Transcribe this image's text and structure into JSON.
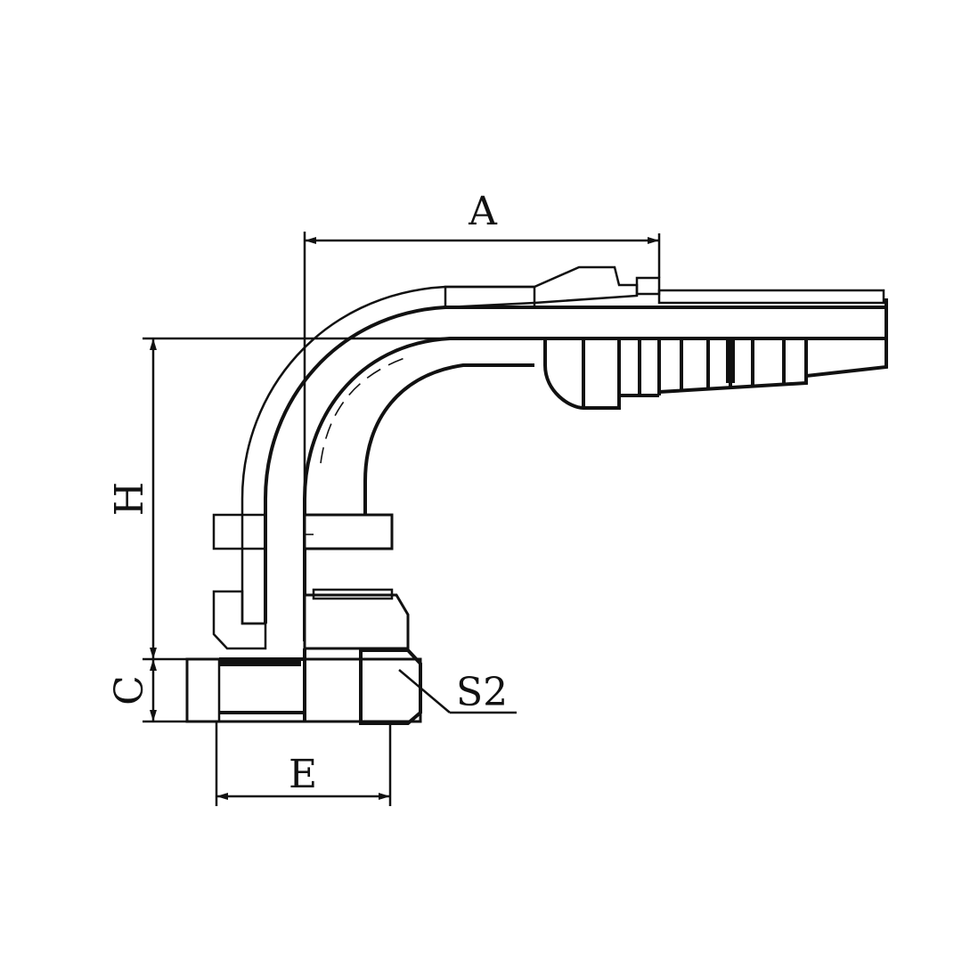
{
  "dimensions": {
    "a": "A",
    "h": "H",
    "c": "C",
    "e": "E",
    "s2": "S2"
  },
  "colors": {
    "ink": "#111111",
    "paper": "#ffffff"
  }
}
